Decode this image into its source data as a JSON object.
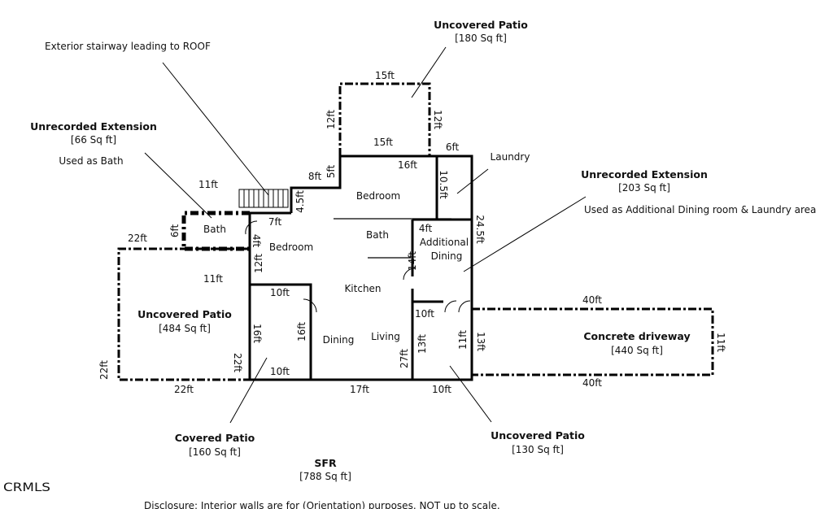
{
  "labels": {
    "stairway_note": "Exterior stairway leading to ROOF",
    "patio_top_title": "Uncovered Patio",
    "patio_top_area": "[180 Sq ft]",
    "ext_bath_title": "Unrecorded Extension",
    "ext_bath_area": "[66 Sq ft]",
    "ext_bath_use": "Used as Bath",
    "ext_dining_title": "Unrecorded Extension",
    "ext_dining_area": "[203 Sq ft]",
    "ext_dining_use": "Used as Additional Dining room  & Laundry area",
    "laundry": "Laundry",
    "patio_left_title": "Uncovered Patio",
    "patio_left_area": "[484 Sq ft]",
    "driveway_title": "Concrete driveway",
    "driveway_area": "[440 Sq ft]",
    "covered_title": "Covered Patio",
    "covered_area": "[160 Sq ft]",
    "patio_bottom_title": "Uncovered Patio",
    "patio_bottom_area": "[130 Sq ft]",
    "sfr_title": "SFR",
    "sfr_area": "[788 Sq ft]",
    "logo": "CRMLS",
    "disclosure": "Disclosure:  Interior walls are for (Orientation) purposes. NOT up to scale."
  },
  "rooms": {
    "bedroom_top": "Bedroom",
    "bath_main": "Bath",
    "bedroom_left": "Bedroom",
    "bath_ext": "Bath",
    "additional": "Additional",
    "dining_word": "Dining",
    "kitchen": "Kitchen",
    "dining": "Dining",
    "living": "Living"
  },
  "dims": {
    "d15_top": "15ft",
    "d12_left": "12ft",
    "d12_right": "12ft",
    "d15_bottom": "15ft",
    "d6": "6ft",
    "d16": "16ft",
    "d10_5": "10.5ft",
    "d5": "5ft",
    "d8": "8ft",
    "d4_5": "4.5ft",
    "d11_top": "11ft",
    "d7": "7ft",
    "d6_bath": "6ft",
    "d4_bath": "4ft",
    "d22_top": "22ft",
    "d11_mid": "11ft",
    "d12_bed": "12ft",
    "d24_5": "24.5ft",
    "d4_add": "4ft",
    "d14": "14ft",
    "d10_kit": "10ft",
    "d16_a": "16ft",
    "d16_b": "16ft",
    "d22_right": "22ft",
    "d10_covered": "10ft",
    "d22_left": "22ft",
    "d22_bottom": "22ft",
    "d17": "17ft",
    "d10_bottom": "10ft",
    "d10_small": "10ft",
    "d13_a": "13ft",
    "d11_small": "11ft",
    "d13_b": "13ft",
    "d27": "27ft",
    "d40_top": "40ft",
    "d40_bottom": "40ft",
    "d11_drive": "11ft"
  }
}
